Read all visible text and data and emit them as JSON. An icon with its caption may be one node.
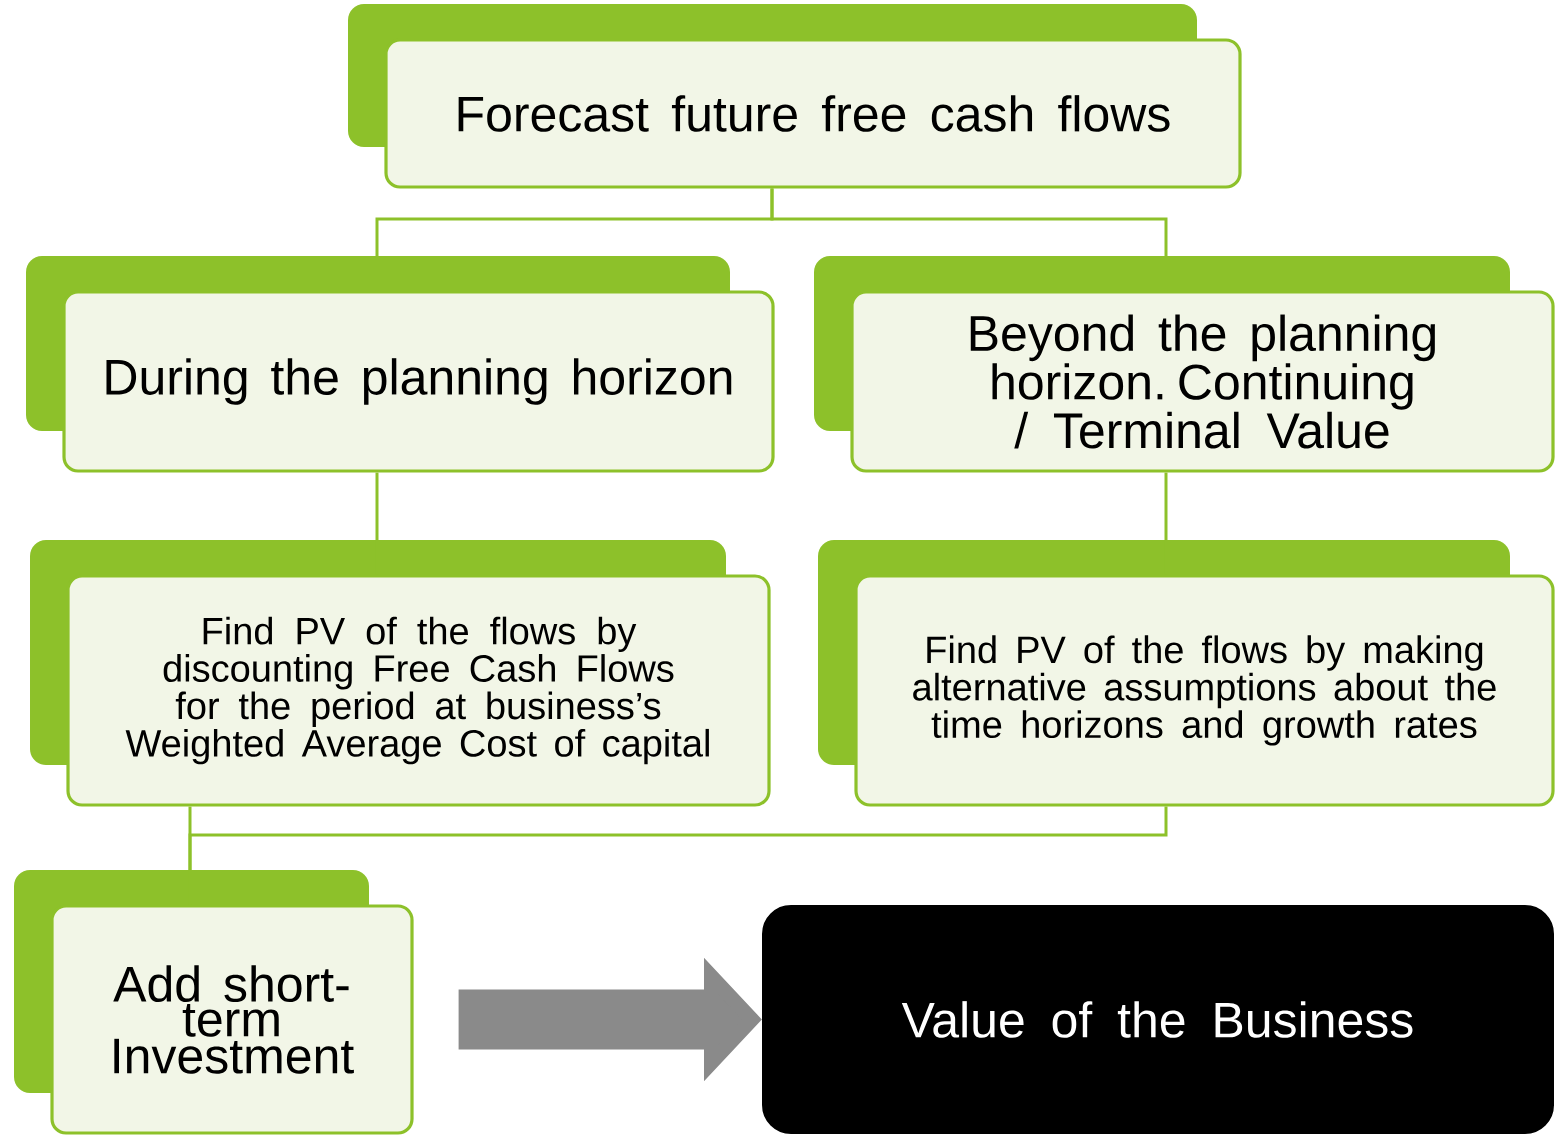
{
  "diagram": {
    "nodes": [
      {
        "text": [
          "Forecast future free cash flows"
        ]
      },
      {
        "text": [
          "During the planning horizon"
        ]
      },
      {
        "text": [
          "Beyond the planning horizon. Continuing / Terminal Value"
        ]
      },
      {
        "text": [
          "Find PV of the flows by discounting Free Cash Flows for the period at business’s Weighted Average Cost of capital"
        ]
      },
      {
        "text": [
          "Find PV of the flows by making alternative assumptions about the time horizons and growth rates"
        ]
      },
      {
        "text": [
          "Add short-term Investment"
        ]
      },
      {
        "text": [
          "Value of the Business"
        ]
      }
    ],
    "edges": [
      {
        "from": 0,
        "to": 1,
        "arrow": "none"
      },
      {
        "from": 0,
        "to": 2,
        "arrow": "none"
      },
      {
        "from": 1,
        "to": 3,
        "arrow": "none"
      },
      {
        "from": 2,
        "to": 4,
        "arrow": "none"
      },
      {
        "from": 3,
        "to": 5,
        "arrow": "none"
      },
      {
        "from": 4,
        "to": 5,
        "arrow": "none"
      },
      {
        "from": 5,
        "to": 6,
        "arrow": "to",
        "style": "thick",
        "color": "#8a8a8a"
      }
    ]
  }
}
